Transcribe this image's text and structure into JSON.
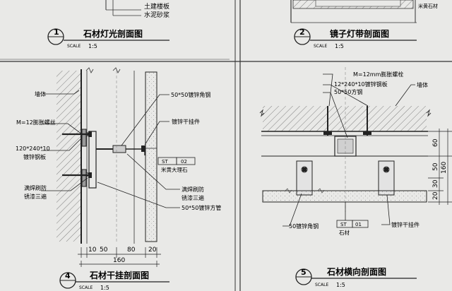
{
  "sheet": {
    "top_left_labels": [
      "土建楼板",
      "水泥砂浆"
    ],
    "top_right_label": "米黄石材"
  },
  "sections": {
    "s1": {
      "num": "1",
      "title": "石材灯光剖面图",
      "scale_word": "SCALE",
      "scale": "1:5"
    },
    "s2": {
      "num": "2",
      "title": "镜子灯带剖面图",
      "scale_word": "SCALE",
      "scale": "1:5"
    },
    "s4": {
      "num": "4",
      "title": "石材干挂剖面图",
      "scale_word": "SCALE",
      "scale": "1:5"
    },
    "s5": {
      "num": "5",
      "title": "石材横向剖面图",
      "scale_word": "SCALE",
      "scale": "1:5"
    }
  },
  "detail4": {
    "wall": "墙体",
    "bolt": "M=12膨胀螺丝",
    "plate_size": "120*240*10",
    "plate_name": "镀锌钢板",
    "weld1": "满焊刷防",
    "weld1b": "锈漆三遍",
    "angle": "50*50镀锌角钢",
    "hanger": "镀锌干挂件",
    "tag_code": "ST",
    "tag_num": "02",
    "tag_name": "米黄大理石",
    "weld2": "满焊刷防",
    "weld2b": "锈漆三遍",
    "tube": "50*50镀锌方管",
    "dims_bottom": [
      "10",
      "50",
      "80",
      "20"
    ],
    "dim_total": "160"
  },
  "detail5": {
    "bolt": "M=12mm膨胀螺栓",
    "plate": "12*240*10镀锌钢板",
    "tube": "50*50方钢",
    "wall": "墙体",
    "angle": "50镀锌角钢",
    "tag_code": "ST",
    "tag_num": "01",
    "tag_name": "石材",
    "hanger": "镀锌干挂件",
    "dims_right": [
      "60",
      "50",
      "30",
      "20"
    ],
    "dim_total": "160"
  }
}
